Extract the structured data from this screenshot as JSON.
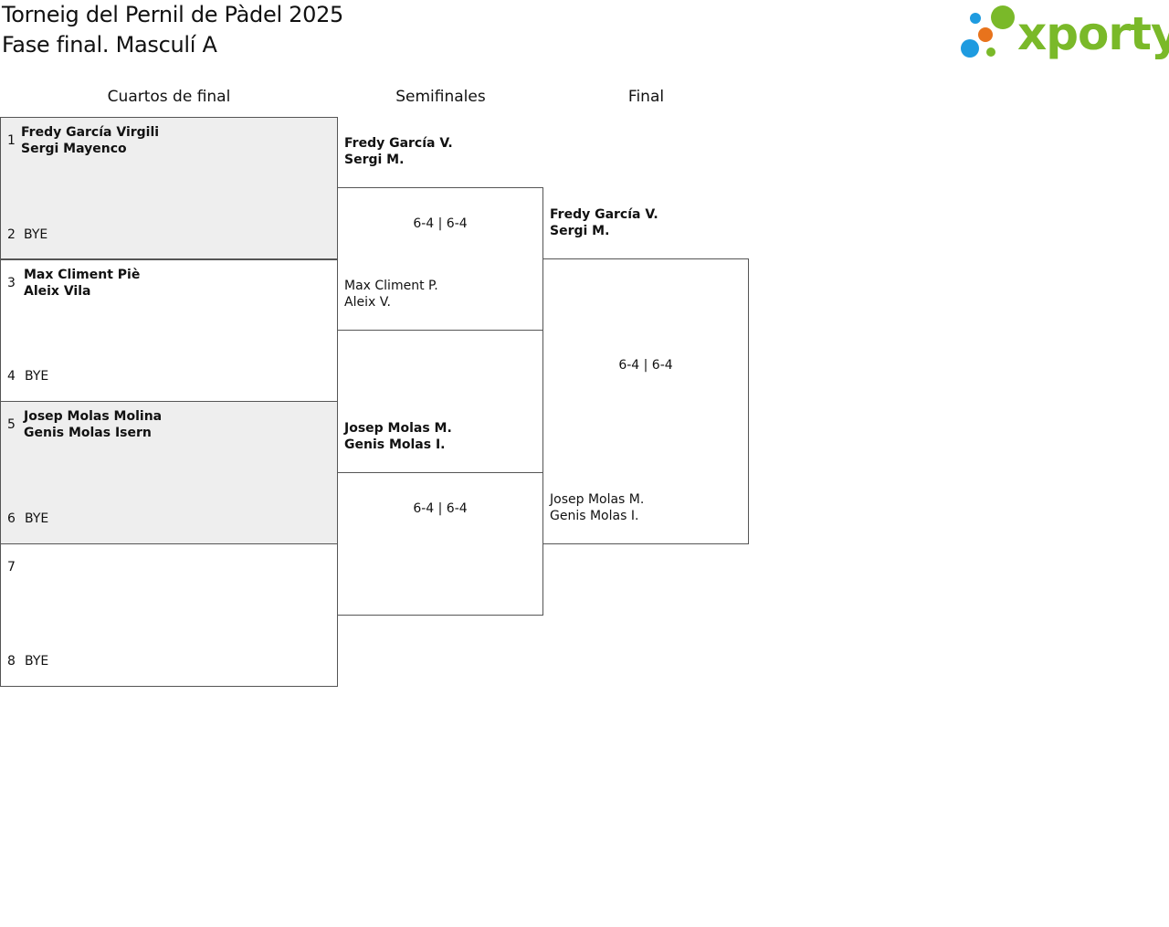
{
  "header": {
    "title_line1": "Torneig del Pernil de Pàdel 2025",
    "title_line2": "Fase final. Masculí A"
  },
  "logo": {
    "text": "xporty",
    "colors": {
      "green": "#7ab929",
      "orange": "#e8731c",
      "blue": "#1e9be0"
    }
  },
  "rounds": {
    "quarterfinals": "Cuartos de final",
    "semifinals": "Semifinales",
    "final": "Final"
  },
  "quarterfinals": [
    {
      "seed_top": "1",
      "team_top": [
        "Fredy García Virgili",
        "Sergi Mayenco"
      ],
      "seed_bottom": "2",
      "team_bottom": "BYE"
    },
    {
      "seed_top": "3",
      "team_top": [
        "Max Climent Piè",
        "Aleix Vila"
      ],
      "seed_bottom": "4",
      "team_bottom": "BYE"
    },
    {
      "seed_top": "5",
      "team_top": [
        "Josep Molas Molina",
        "Genis Molas Isern"
      ],
      "seed_bottom": "6",
      "team_bottom": "BYE"
    },
    {
      "seed_top": "7",
      "team_top": [
        "",
        ""
      ],
      "seed_bottom": "8",
      "team_bottom": "BYE"
    }
  ],
  "semifinals": [
    {
      "team_top": [
        "Fredy García V.",
        "Sergi M."
      ],
      "score": "6-4 | 6-4",
      "team_bottom": [
        "Max Climent P.",
        "Aleix V."
      ]
    },
    {
      "team_top": [
        "Josep Molas M.",
        "Genis Molas I."
      ],
      "score": "6-4 | 6-4",
      "team_bottom": [
        "",
        ""
      ]
    }
  ],
  "final": {
    "team_top": [
      "Fredy García V.",
      "Sergi M."
    ],
    "score": "6-4 | 6-4",
    "team_bottom": [
      "Josep Molas M.",
      "Genis Molas I."
    ]
  }
}
